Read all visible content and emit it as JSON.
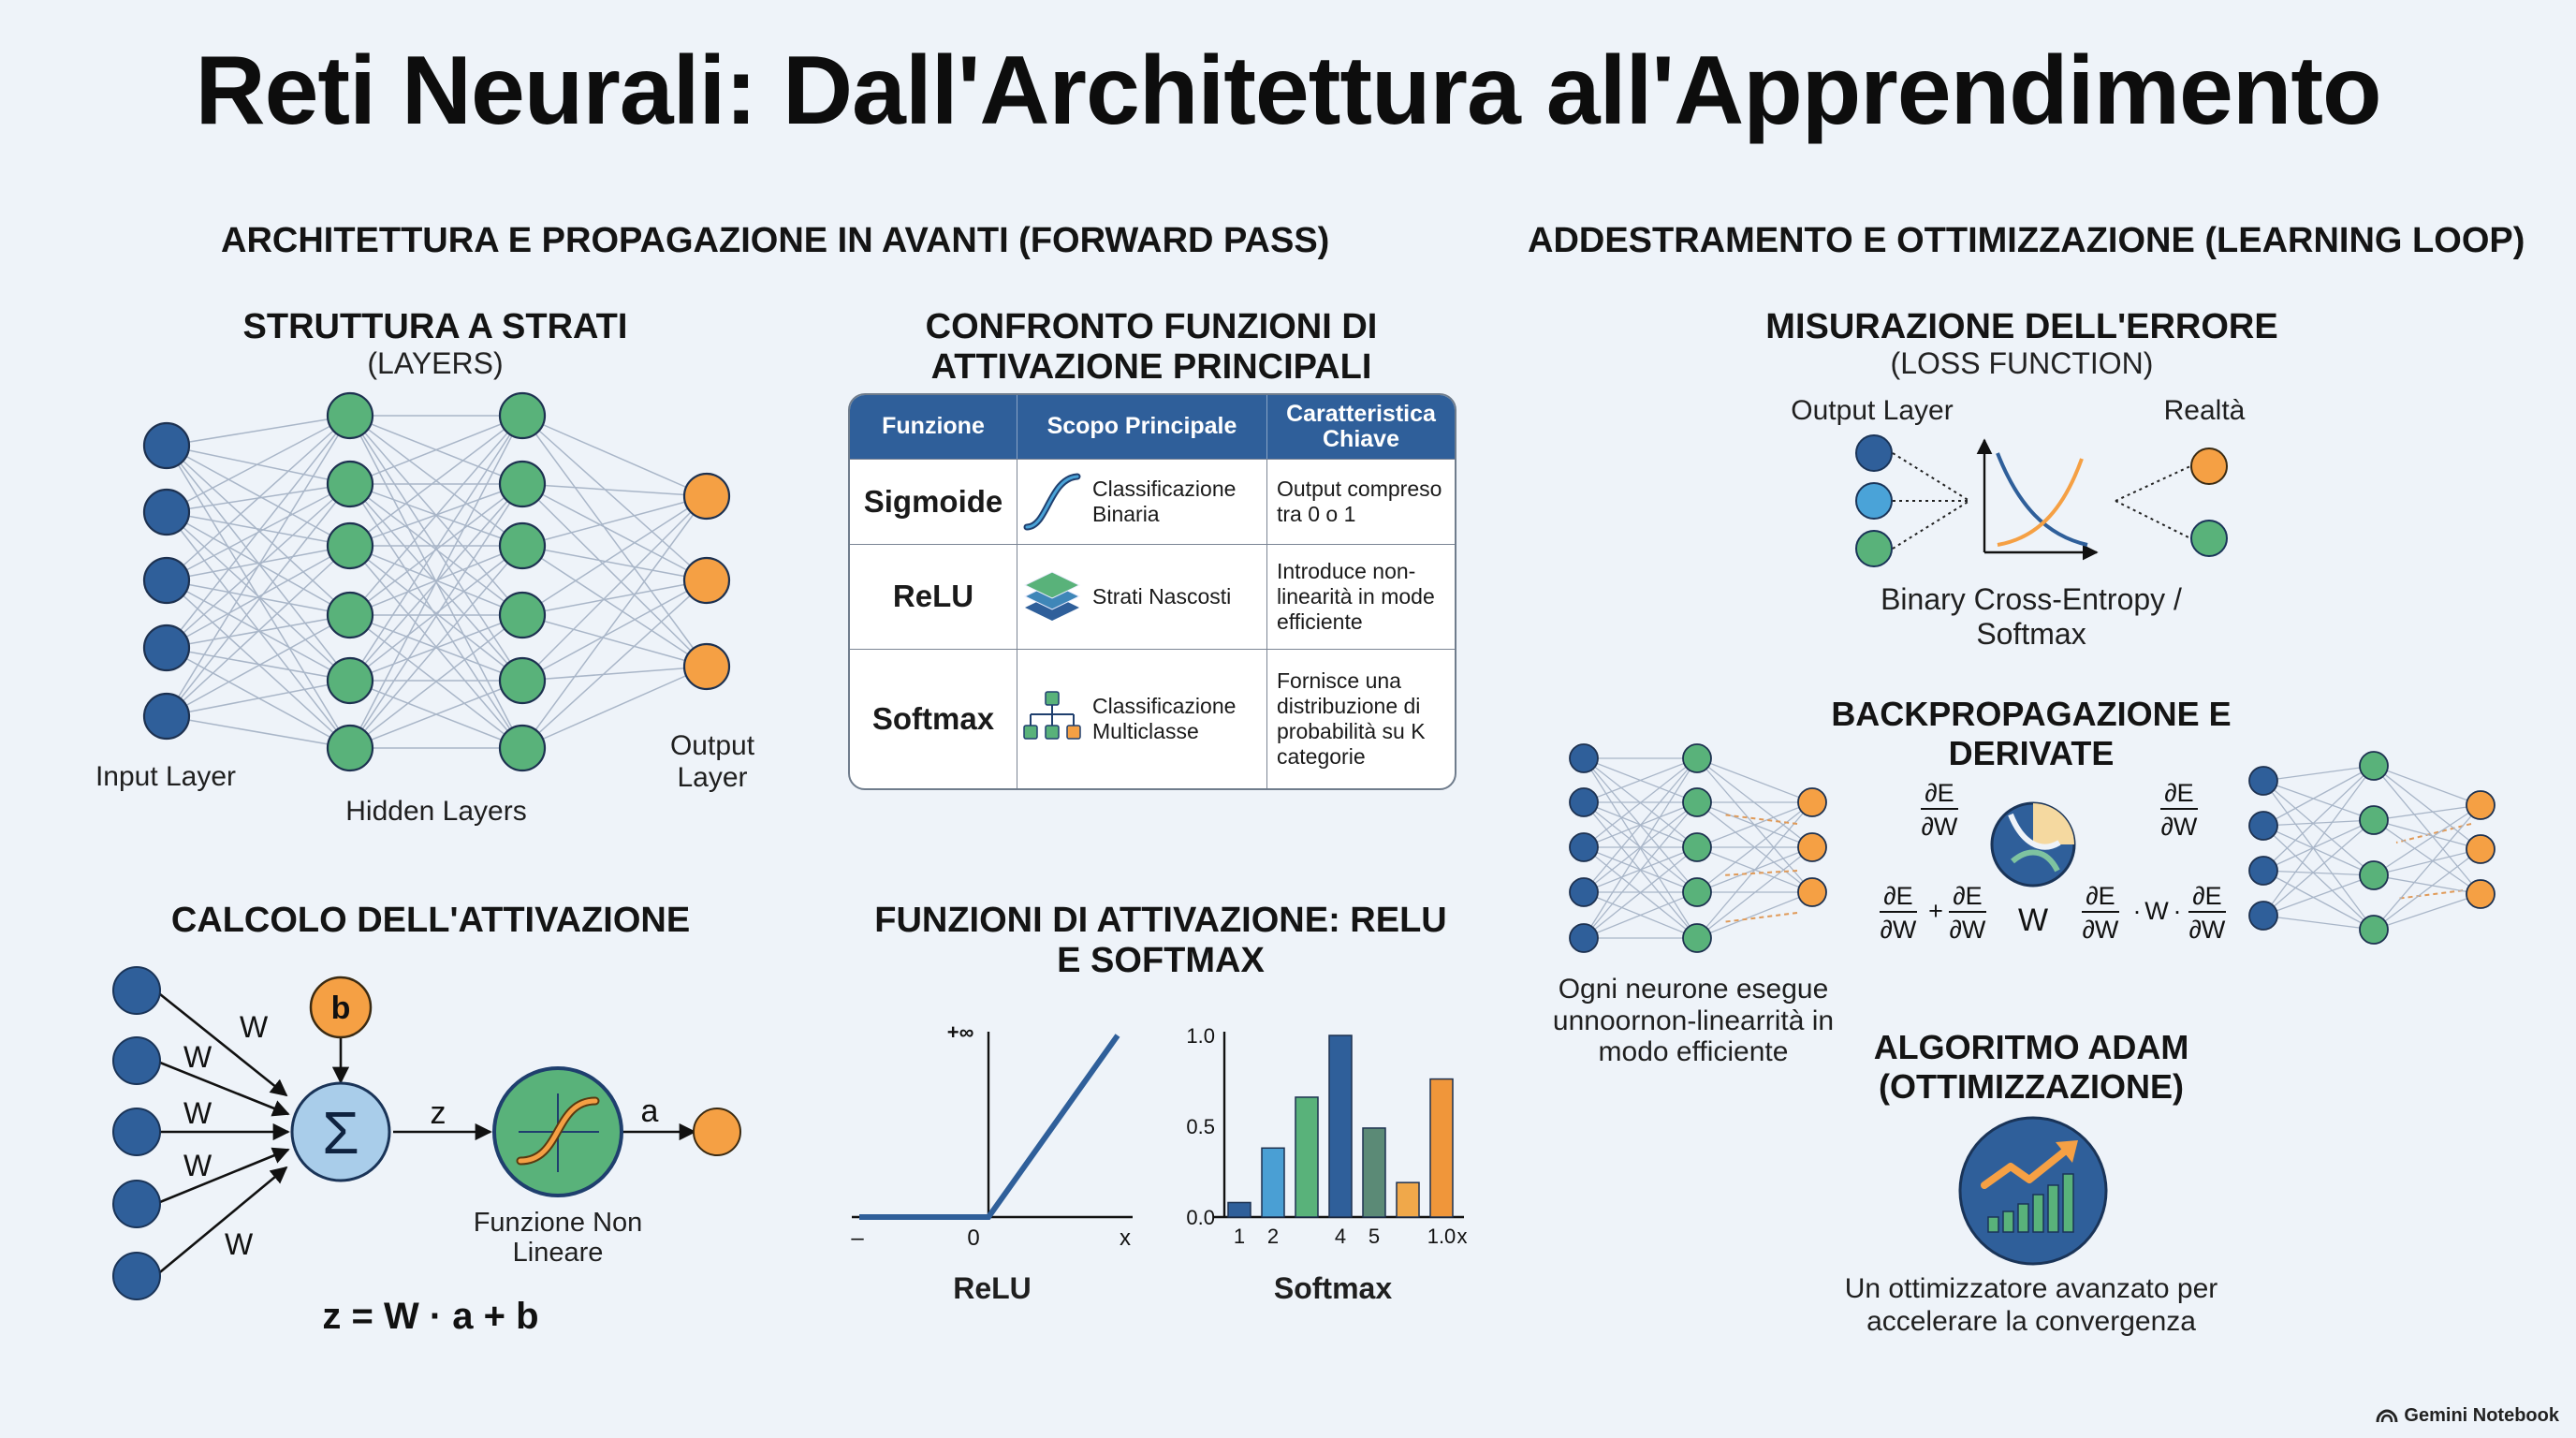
{
  "title": "Reti Neurali: Dall'Architettura all'Apprendimento",
  "left_section": "ARCHITETTURA E PROPAGAZIONE IN AVANTI (FORWARD PASS)",
  "right_section": "ADDESTRAMENTO E OTTIMIZZAZIONE (LEARNING LOOP)",
  "layers": {
    "title": "STRUTTURA A STRATI",
    "subtitle": "(LAYERS)",
    "input_label": "Input Layer",
    "hidden_label": "Hidden Layers",
    "output_label": "Output Layer"
  },
  "comparison": {
    "title": "CONFRONTO FUNZIONI DI ATTIVAZIONE PRINCIPALI",
    "headers": [
      "Funzione",
      "Scopo Principale",
      "Caratteristica Chiave"
    ],
    "rows": [
      {
        "name": "Sigmoide",
        "scope": "Classificazione Binaria",
        "feature": "Output compreso tra 0 o 1"
      },
      {
        "name": "ReLU",
        "scope": "Strati Nascosti",
        "feature": "Introduce non-linearità in mode efficiente"
      },
      {
        "name": "Softmax",
        "scope": "Classificazione Multiclasse",
        "feature": "Fornisce una distribuzione di probabilità su K categorie"
      }
    ]
  },
  "activation": {
    "title": "CALCOLO DELL'ATTIVAZIONE",
    "weight": "W",
    "bias": "b",
    "sum_symbol": "Σ",
    "z": "z",
    "a": "a",
    "function_label": "Funzione Non Lineare",
    "formula": "z = W · a + b"
  },
  "relu_softmax": {
    "title": "FUNZIONI DI ATTIVAZIONE: RELU E SOFTMAX",
    "relu_caption": "ReLU",
    "softmax_caption": "Softmax"
  },
  "chart_data": [
    {
      "type": "line",
      "title": "ReLU",
      "x_tick_labels": [
        "–",
        "0",
        "x"
      ],
      "y_tick_labels": [
        "+∞"
      ],
      "series": [
        {
          "x": [
            -1,
            0,
            1
          ],
          "y": [
            0,
            0,
            1
          ]
        }
      ]
    },
    {
      "type": "bar",
      "title": "Softmax",
      "x_tick_labels": [
        "1",
        "2",
        "4",
        "5",
        "1.0",
        "x"
      ],
      "y_tick_labels": [
        "1.0",
        "0.5",
        "0.0"
      ],
      "ylim": [
        0,
        1.0
      ],
      "values": [
        0.08,
        0.38,
        0.66,
        1.0,
        0.49,
        0.19,
        0.76
      ],
      "colors": [
        "#2f5f9a",
        "#4a9fd4",
        "#59b27a",
        "#2f5f9a",
        "#5b8a76",
        "#f0a84a",
        "#f0963a"
      ]
    }
  ],
  "loss": {
    "title": "MISURAZIONE DELL'ERRORE",
    "subtitle": "(LOSS FUNCTION)",
    "output_label": "Output Layer",
    "reality_label": "Realtà",
    "caption": "Binary Cross-Entropy / Softmax"
  },
  "backprop": {
    "title": "BACKPROPAGAZIONE E DERIVATE",
    "d_num": "∂E",
    "d_den": "∂W",
    "plus": "+",
    "w": "W",
    "dot": "·",
    "caption": "Ogni neurone esegue unnoornon-linearrità in modo efficiente"
  },
  "adam": {
    "title": "ALGORITMO ADAM",
    "subtitle": "(OTTIMIZZAZIONE)",
    "caption": "Un ottimizzatore avanzato per accelerare la convergenza"
  },
  "brand": "Gemini Notebook",
  "colors": {
    "blue_node": "#2f5f9a",
    "green_node": "#59b27a",
    "orange_node": "#f5a044",
    "light_blue_node": "#4aa3d8",
    "header": "#2f5f9a"
  }
}
